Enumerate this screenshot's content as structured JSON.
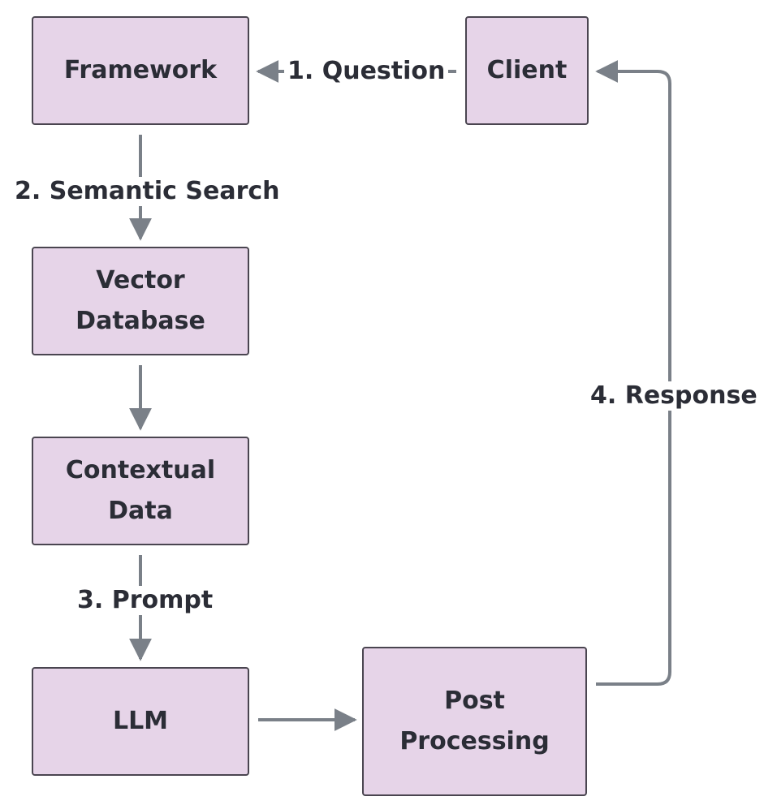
{
  "nodes": {
    "framework": "Framework",
    "client": "Client",
    "vector_db": "Vector\nDatabase",
    "contextual_data": "Contextual\nData",
    "llm": "LLM",
    "post_processing": "Post\nProcessing"
  },
  "edges": {
    "question": "1. Question",
    "semantic_search": "2. Semantic Search",
    "prompt": "3. Prompt",
    "response": "4. Response"
  },
  "colors": {
    "node_fill": "#e6d4e8",
    "node_border": "#4a4550",
    "edge": "#7a8088",
    "text": "#2b2d36"
  }
}
